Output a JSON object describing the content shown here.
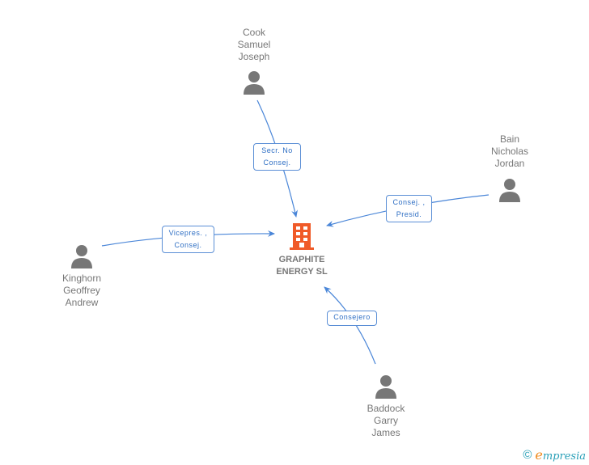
{
  "company": {
    "name_line1": "GRAPHITE",
    "name_line2": "ENERGY SL",
    "icon": "building-icon",
    "color": "#f05a28"
  },
  "people": [
    {
      "id": "cook",
      "lines": [
        "Cook",
        "Samuel",
        "Joseph"
      ],
      "icon": "person-icon",
      "role": [
        "Secr. No",
        "Consej."
      ]
    },
    {
      "id": "bain",
      "lines": [
        "Bain",
        "Nicholas",
        "Jordan"
      ],
      "icon": "person-icon",
      "role": [
        "Consej. ,",
        "Presid."
      ]
    },
    {
      "id": "kinghorn",
      "lines": [
        "Kinghorn",
        "Geoffrey",
        "Andrew"
      ],
      "icon": "person-icon",
      "role": [
        "Vicepres. ,",
        "Consej."
      ]
    },
    {
      "id": "baddock",
      "lines": [
        "Baddock",
        "Garry",
        "James"
      ],
      "icon": "person-icon",
      "role": [
        "Consejero"
      ]
    }
  ],
  "colors": {
    "edge": "#4a86d8",
    "person": "#777777",
    "label_border": "#5b8fd6"
  },
  "footer": {
    "copyright_symbol": "©",
    "brand_initial": "e",
    "brand_rest": "mpresia"
  }
}
